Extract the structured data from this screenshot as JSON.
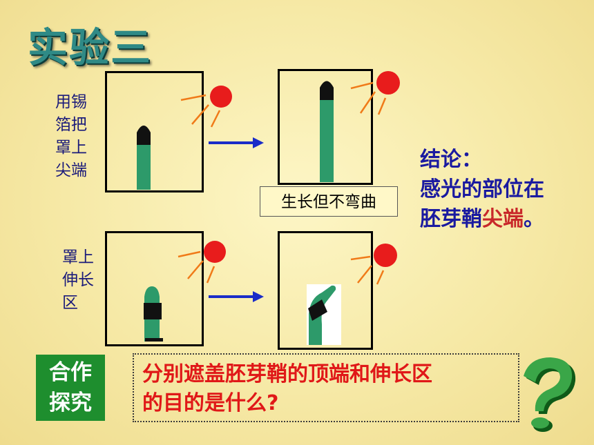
{
  "title": "实验三",
  "row1_label": [
    "用锡",
    "箔把",
    "罩上",
    "尖端"
  ],
  "row2_label": [
    "罩上",
    "伸长",
    "区"
  ],
  "result_text": "生长但不弯曲",
  "conclusion": {
    "line1": "结论：",
    "line2": "感光的部位在",
    "line3_main": "胚芽鞘",
    "line3_accent": "尖端",
    "line3_end": "。"
  },
  "coop": [
    "合作",
    "探究"
  ],
  "question": [
    "分别遮盖胚芽鞘的顶端和伸长区",
    "的目的是什么?"
  ],
  "colors": {
    "sun": "#e81c1c",
    "ray": "#f07a18",
    "seedling": "#2d9a6a",
    "foil": "#111111",
    "arrow": "#1a2cc8",
    "title": "#2f8a86",
    "conclusion": "#1a1aa0",
    "accent": "#c8282a",
    "coop_bg": "#1e8e2e"
  },
  "icons": {
    "sun": "sun-icon",
    "question_mark": "green-question-mark-icon"
  }
}
